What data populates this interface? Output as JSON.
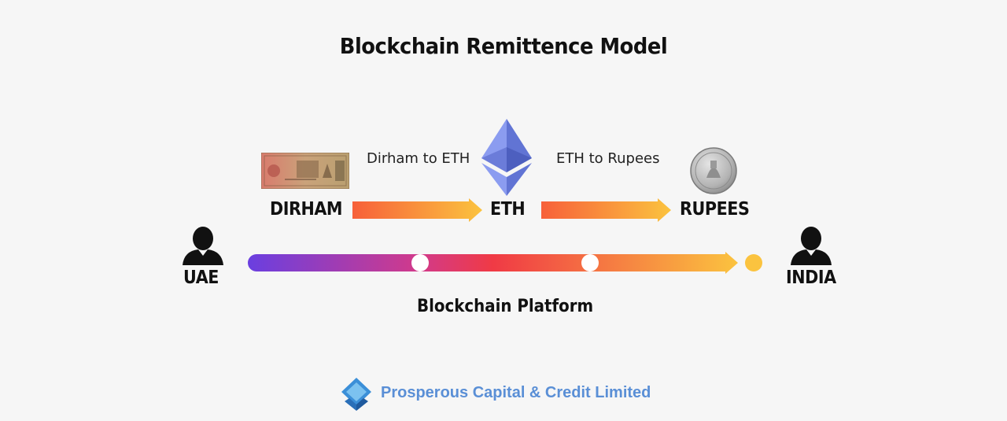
{
  "title": "Blockchain Remittence Model",
  "nodes": {
    "uae": "UAE",
    "india": "INDIA",
    "dirham": "DIRHAM",
    "eth": "ETH",
    "rupees": "RUPEES"
  },
  "edges": {
    "dirham_to_eth": "Dirham to ETH",
    "eth_to_rupees": "ETH to Rupees"
  },
  "platform_label": "Blockchain Platform",
  "company": "Prosperous Capital & Credit Limited",
  "colors": {
    "flow_arrow_start": "#f7603a",
    "flow_arrow_end": "#fbc33f",
    "platform_start": "#6a3fe0",
    "platform_mid": "#f03a45",
    "platform_end": "#fbc33f",
    "eth_logo": "#6b7fd6",
    "brand": "#5a8fd6"
  },
  "icons": [
    "person-icon",
    "dirham-banknote-icon",
    "ethereum-logo-icon",
    "rupee-coin-icon",
    "company-logo-icon"
  ]
}
